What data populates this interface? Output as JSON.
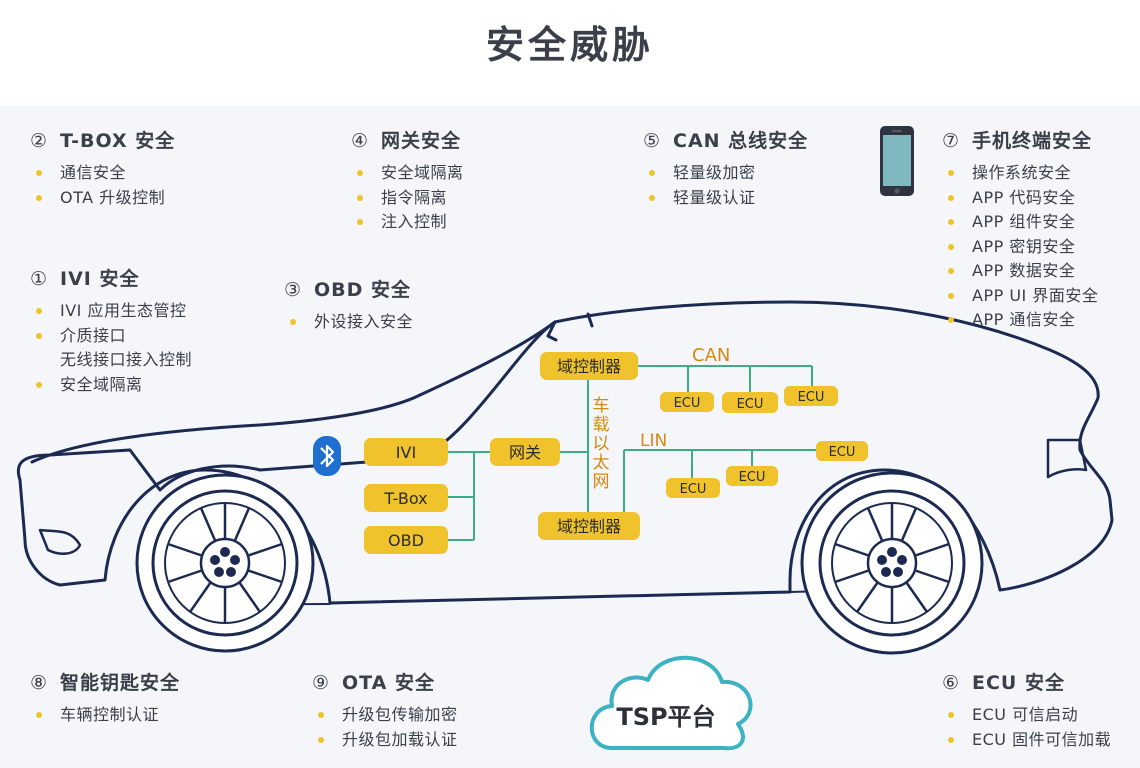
{
  "title": "安全威胁",
  "sections": {
    "tbox": {
      "num": "②",
      "title": "T-BOX 安全",
      "items": [
        "通信安全",
        "OTA 升级控制"
      ]
    },
    "gateway": {
      "num": "④",
      "title": "网关安全",
      "items": [
        "安全域隔离",
        "指令隔离",
        "注入控制"
      ]
    },
    "can": {
      "num": "⑤",
      "title": "CAN 总线安全",
      "items": [
        "轻量级加密",
        "轻量级认证"
      ]
    },
    "mobile": {
      "num": "⑦",
      "title": "手机终端安全",
      "items": [
        "操作系统安全",
        "APP 代码安全",
        "APP 组件安全",
        "APP 密钥安全",
        "APP 数据安全",
        "APP UI 界面安全",
        "APP 通信安全"
      ]
    },
    "ivi": {
      "num": "①",
      "title": "IVI 安全",
      "items": [
        "IVI 应用生态管控",
        "介质接口",
        "无线接口接入控制",
        "安全域隔离"
      ]
    },
    "obd": {
      "num": "③",
      "title": "OBD 安全",
      "items": [
        "外设接入安全"
      ]
    },
    "smartkey": {
      "num": "⑧",
      "title": "智能钥匙安全",
      "items": [
        "车辆控制认证"
      ]
    },
    "ota": {
      "num": "⑨",
      "title": "OTA 安全",
      "items": [
        "升级包传输加密",
        "升级包加载认证"
      ]
    },
    "ecu": {
      "num": "⑥",
      "title": "ECU 安全",
      "items": [
        "ECU 可信启动",
        "ECU 固件可信加载"
      ]
    }
  },
  "diagram": {
    "ivi": "IVI",
    "tbox": "T-Box",
    "obd": "OBD",
    "gateway": "网关",
    "domain_top": "域控制器",
    "domain_bottom": "域控制器",
    "ethernet": [
      "车",
      "载",
      "以",
      "太",
      "网"
    ],
    "can": "CAN",
    "lin": "LIN",
    "ecu": "ECU",
    "tsp": "TSP平台"
  },
  "colors": {
    "accent": "#f0c22b",
    "bus_label": "#d28a10",
    "line": "#3cae86",
    "car_outline": "#1c2a52",
    "cloud": "#3bb3c3",
    "phone_screen": "#7fb8bf"
  },
  "icons": [
    "bluetooth-icon",
    "phone-icon",
    "cloud-icon"
  ]
}
